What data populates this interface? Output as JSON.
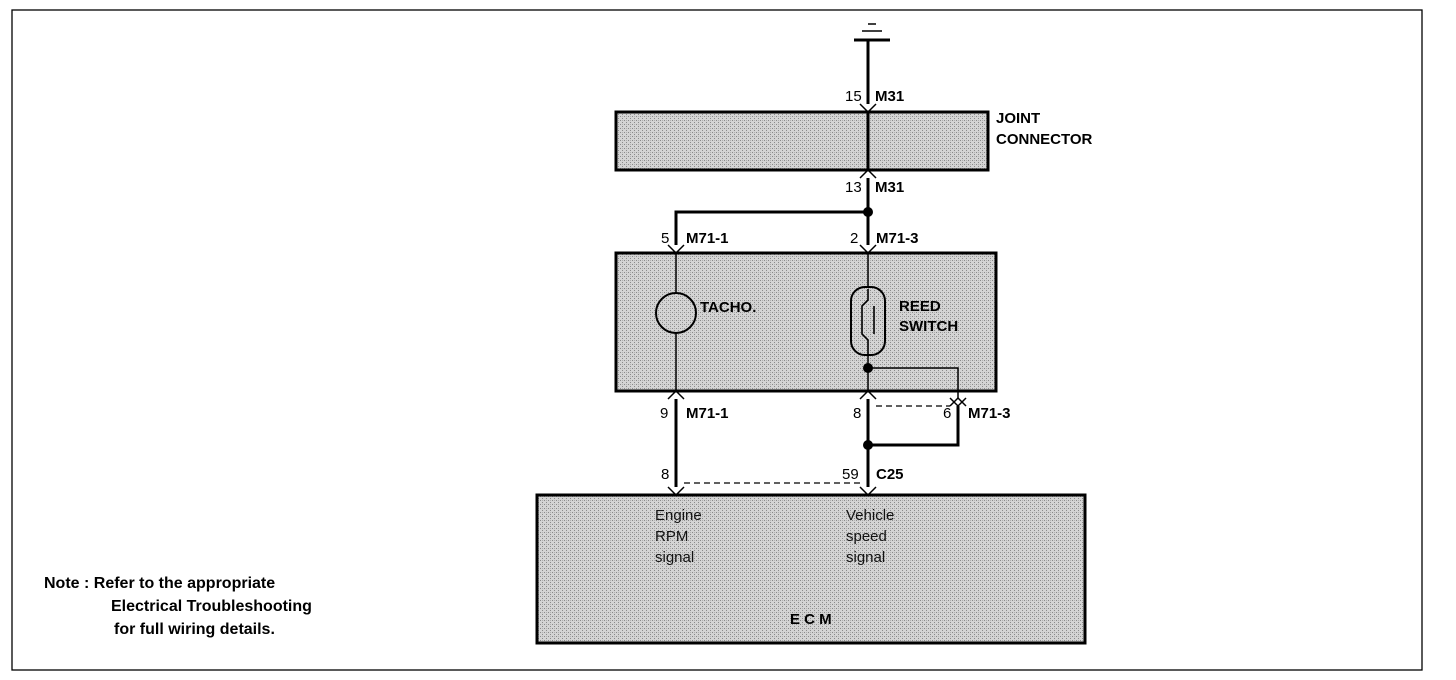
{
  "ground_symbol": "ground-icon",
  "joint_connector": {
    "label_line1": "JOINT",
    "label_line2": "CONNECTOR",
    "top_pin": "15",
    "top_connector": "M31",
    "bottom_pin": "13",
    "bottom_connector": "M31"
  },
  "cluster": {
    "left_top_pin": "5",
    "left_top_connector": "M71-1",
    "right_top_pin": "2",
    "right_top_connector": "M71-3",
    "tacho_label": "TACHO.",
    "reed_label_line1": "REED",
    "reed_label_line2": "SWITCH",
    "left_bottom_pin": "9",
    "left_bottom_connector": "M71-1",
    "right_bottom_pin": "8",
    "extra_pin": "6",
    "extra_connector": "M71-3"
  },
  "ecm": {
    "left_pin": "8",
    "right_pin": "59",
    "connector": "C25",
    "left_signal": [
      "Engine",
      "RPM",
      "signal"
    ],
    "right_signal": [
      "Vehicle",
      "speed",
      "signal"
    ],
    "label": "E C M"
  },
  "note": {
    "line1": "Note : Refer to the appropriate",
    "line2": "Electrical Troubleshooting",
    "line3": "for full wiring details."
  }
}
